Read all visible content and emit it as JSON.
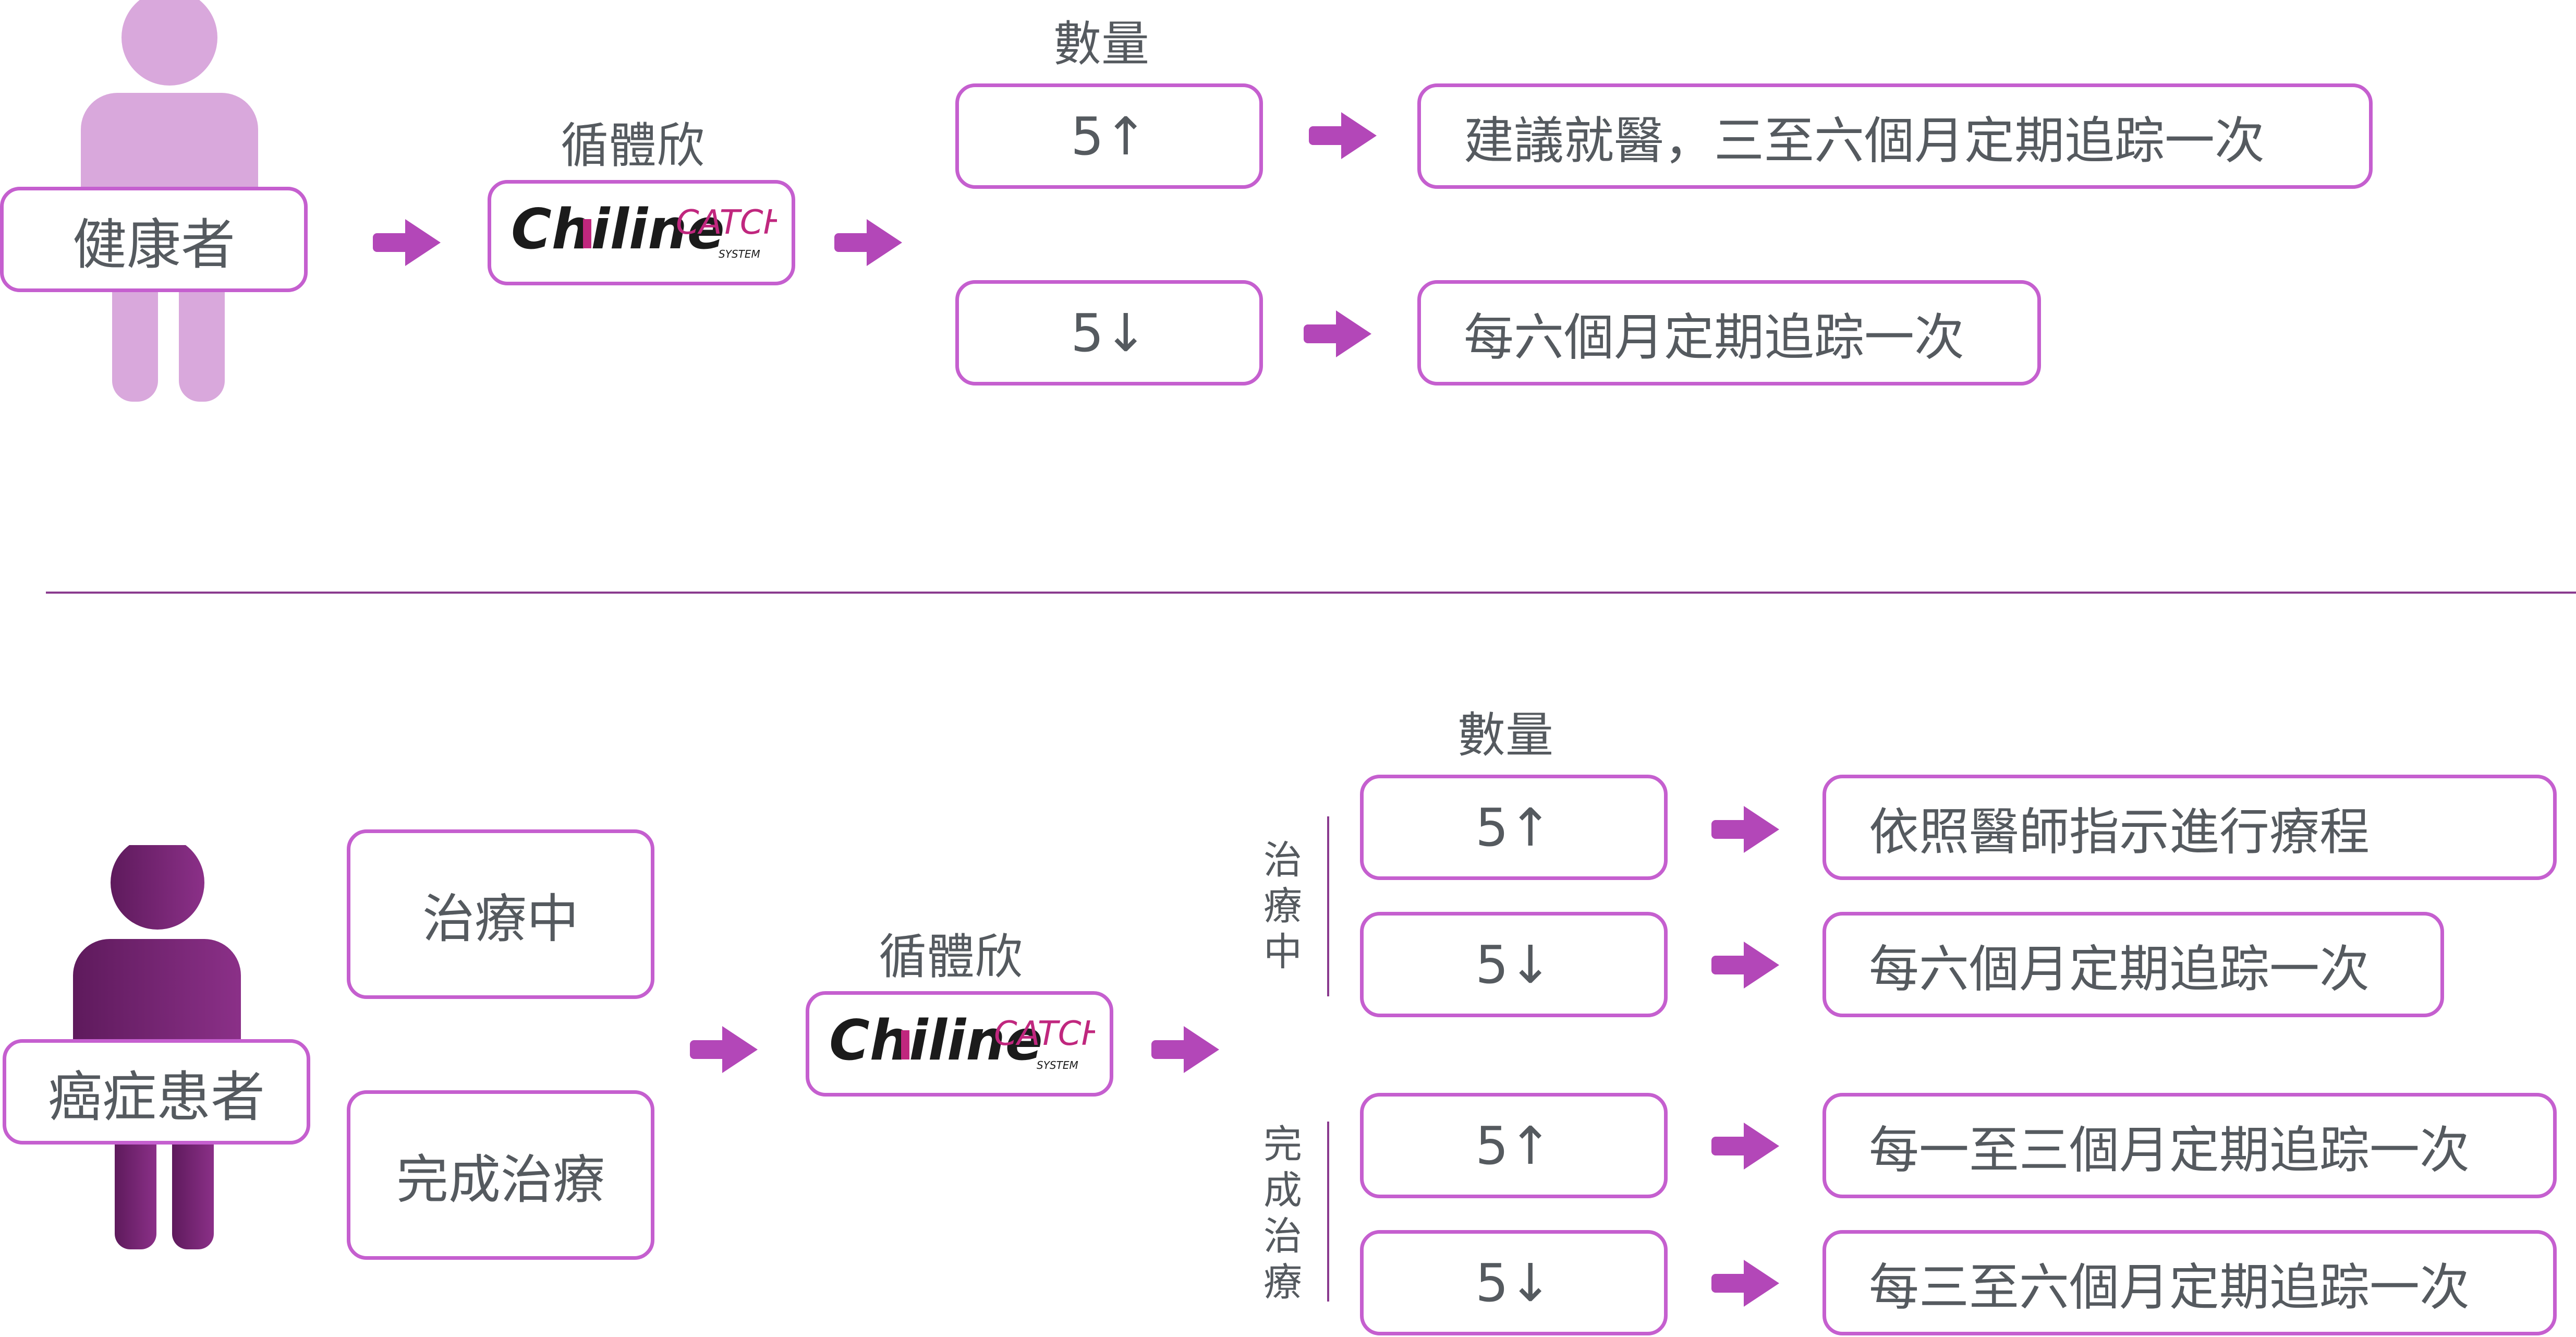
{
  "colors": {
    "box_border": "#c55fcf",
    "arrow": "#b347b8",
    "text": "#555a5f",
    "healthy_person": "#d9a8dc",
    "patient_person_dark": "#5e1a5c",
    "patient_person_light": "#8b3088",
    "divider": "#8a3b8f"
  },
  "icons": {
    "healthy_person": "person-icon",
    "patient_person": "person-icon",
    "arrow": "right-arrow-icon",
    "logo": "chiline-catch-logo"
  },
  "healthy": {
    "person_label": "健康者",
    "product_label": "循體欣",
    "logo_text": "Chiline CATCH SYSTEM",
    "quantity_header": "數量",
    "rows": [
      {
        "count": "5↑",
        "result": "建議就醫，三至六個月定期追踪一次"
      },
      {
        "count": "5↓",
        "result": "每六個月定期追踪一次"
      }
    ]
  },
  "cancer": {
    "person_label": "癌症患者",
    "status_in_treatment": "治療中",
    "status_done": "完成治療",
    "product_label": "循體欣",
    "logo_text": "Chiline CATCH SYSTEM",
    "quantity_header": "數量",
    "groups": [
      {
        "label": "治療中",
        "rows": [
          {
            "count": "5↑",
            "result": "依照醫師指示進行療程"
          },
          {
            "count": "5↓",
            "result": "每六個月定期追踪一次"
          }
        ]
      },
      {
        "label": "完成治療",
        "rows": [
          {
            "count": "5↑",
            "result": "每一至三個月定期追踪一次"
          },
          {
            "count": "5↓",
            "result": "每三至六個月定期追踪一次"
          }
        ]
      }
    ]
  }
}
